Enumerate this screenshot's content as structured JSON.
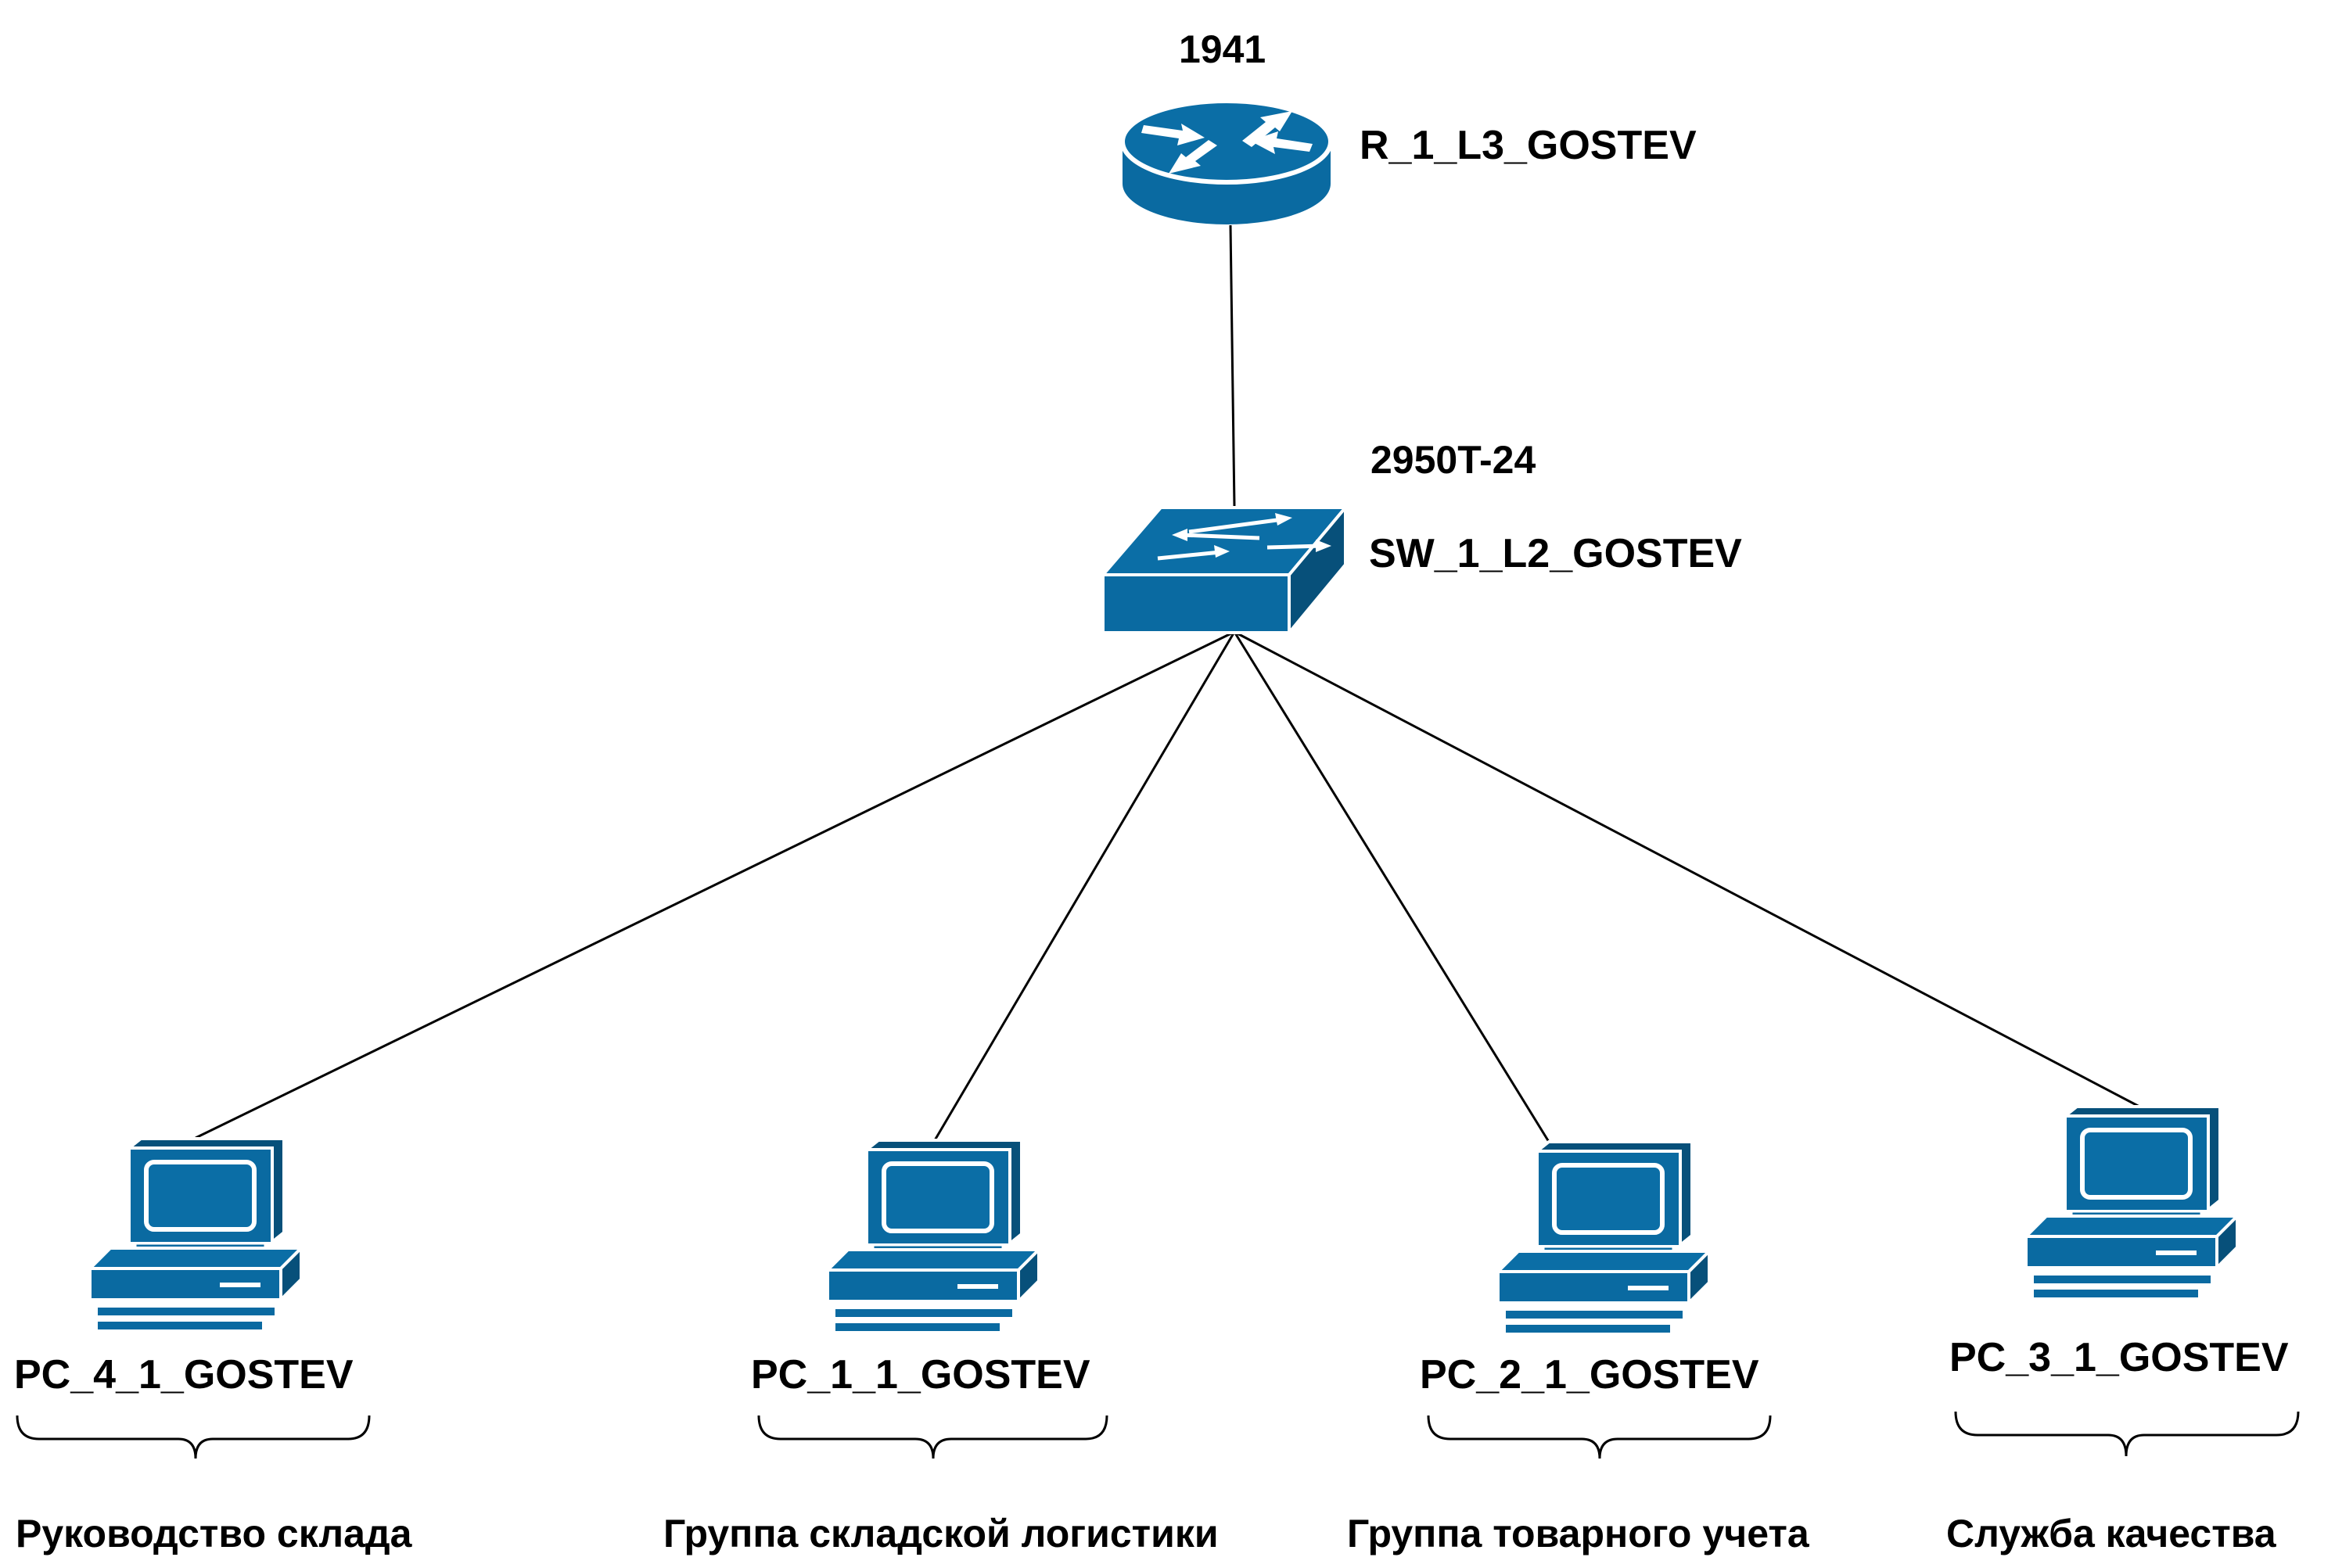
{
  "router": {
    "model": "1941",
    "hostname": "R_1_L3_GOSTEV"
  },
  "switch": {
    "model": "2950T-24",
    "hostname": "SW_1_L2_GOSTEV"
  },
  "pcs": [
    {
      "hostname": "PC_4_1_GOSTEV",
      "group": "Руководство склада"
    },
    {
      "hostname": "PC_1_1_GOSTEV",
      "group": "Группа складской логистики"
    },
    {
      "hostname": "PC_2_1_GOSTEV",
      "group": "Группа товарного учета"
    },
    {
      "hostname": "PC_3_1_GOSTEV",
      "group": "Служба качества"
    }
  ],
  "colors": {
    "device": "#0a6aa1",
    "device_dark": "#07507a",
    "line": "#000000"
  }
}
